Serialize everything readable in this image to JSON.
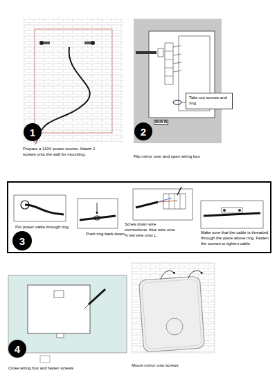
{
  "diagram": {
    "nodes": [
      {
        "text": [
          "1"
        ]
      },
      {
        "text": [
          "2"
        ]
      },
      {
        "text": [
          "Take out screws and ring"
        ]
      },
      {
        "text": [
          "Put power cable through ring",
          "Push ring back down",
          "Screw down wire connections: blue wire onto N red wire onto L.",
          "Make sure that the cable is threaded through the piece above ring. Fasten the screws to tighten cable"
        ]
      },
      {
        "text": [
          "3"
        ],
        "in": 3
      },
      {
        "text": [
          "4"
        ]
      }
    ],
    "labels": [
      "Prepare a 110V power source. Attach 2 screws onto the wall for mounting.",
      "Flip mirror over and open wiring box",
      "MAIN IN",
      "Close wiring box and fasten screws",
      "Mount mirror onto screws"
    ]
  }
}
